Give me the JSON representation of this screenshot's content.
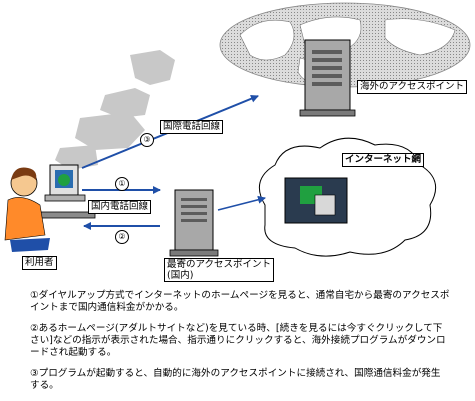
{
  "labels": {
    "overseas_ap": "海外のアクセスポイント",
    "international_line": "国際電話回線",
    "internet": "インターネット網",
    "domestic_line": "国内電話回線",
    "nearest_ap": "最寄のアクセスポイント",
    "nearest_ap_sub": "(国内)",
    "user": "利用者"
  },
  "step_markers": [
    "①",
    "②",
    "③"
  ],
  "notes": [
    "①ダイヤルアップ方式でインターネットのホームページを見ると、通常自宅から最寄のアクセスポイントまで国内通信料金がかかる。",
    "②あるホームページ(アダルトサイトなど)を見ている時、[続きを見るには今すぐクリックして下さい]などの指示が表示された場合、指示通りにクリックすると、海外接続プログラムがダウンロードされ起動する。",
    "③プログラムが起動すると、自動的に海外のアクセスポイントに接続され、国際通信料金が発生する。"
  ],
  "colors": {
    "arrow": "#1f4fa8",
    "map_bg": "#c8c8c8",
    "server": "#9a9a9a",
    "screen_green": "#20a040"
  }
}
